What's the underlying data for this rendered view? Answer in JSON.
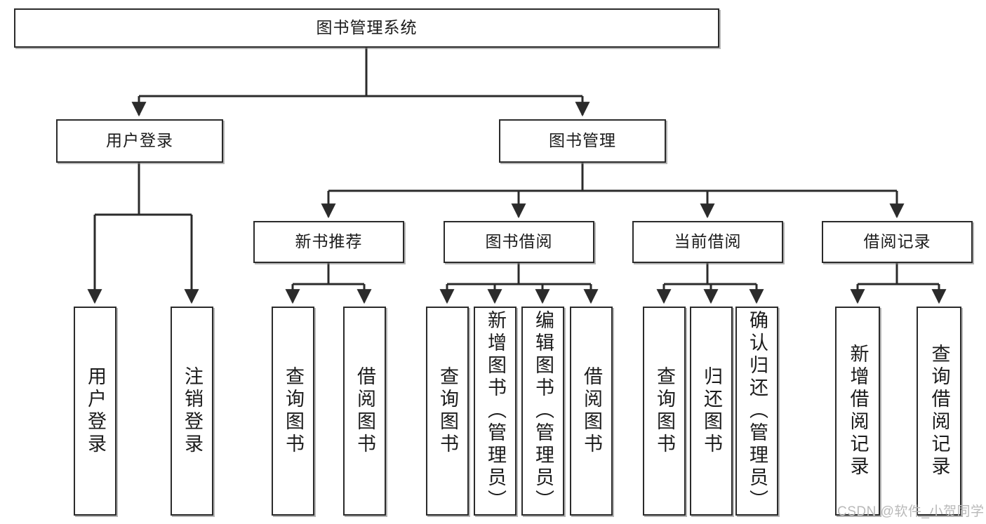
{
  "diagram": {
    "title": "图书管理系统",
    "type": "hierarchy-tree",
    "style": {
      "box_fill": "#ffffff",
      "box_stroke": "#2b2b2b",
      "line_color": "#2b2b2b",
      "text_color": "#1b1b1b",
      "watermark_color": "#b9b9b9"
    },
    "levels": [
      {
        "level": 1,
        "nodes": [
          {
            "id": "root",
            "label": "图书管理系统",
            "orientation": "horizontal"
          }
        ]
      },
      {
        "level": 2,
        "nodes": [
          {
            "id": "login",
            "label": "用户登录",
            "orientation": "horizontal",
            "parent": "root"
          },
          {
            "id": "bookmgmt",
            "label": "图书管理",
            "orientation": "horizontal",
            "parent": "root"
          }
        ]
      },
      {
        "level": 3,
        "nodes": [
          {
            "id": "newbook",
            "label": "新书推荐",
            "orientation": "horizontal",
            "parent": "bookmgmt"
          },
          {
            "id": "borrow",
            "label": "图书借阅",
            "orientation": "horizontal",
            "parent": "bookmgmt"
          },
          {
            "id": "current",
            "label": "当前借阅",
            "orientation": "horizontal",
            "parent": "bookmgmt"
          },
          {
            "id": "records",
            "label": "借阅记录",
            "orientation": "horizontal",
            "parent": "bookmgmt"
          }
        ]
      },
      {
        "level": 4,
        "nodes": [
          {
            "id": "leaf1",
            "label": "用户登录",
            "orientation": "vertical",
            "parent": "login"
          },
          {
            "id": "leaf2",
            "label": "注销登录",
            "orientation": "vertical",
            "parent": "login"
          },
          {
            "id": "leaf3",
            "label": "查询图书",
            "orientation": "vertical",
            "parent": "newbook"
          },
          {
            "id": "leaf4",
            "label": "借阅图书",
            "orientation": "vertical",
            "parent": "newbook"
          },
          {
            "id": "leaf5",
            "label": "查询图书",
            "orientation": "vertical",
            "parent": "borrow"
          },
          {
            "id": "leaf6",
            "label": "新增图书（管理员）",
            "orientation": "vertical",
            "parent": "borrow"
          },
          {
            "id": "leaf7",
            "label": "编辑图书（管理员）",
            "orientation": "vertical",
            "parent": "borrow"
          },
          {
            "id": "leaf8",
            "label": "借阅图书",
            "orientation": "vertical",
            "parent": "borrow"
          },
          {
            "id": "leaf9",
            "label": "查询图书",
            "orientation": "vertical",
            "parent": "current"
          },
          {
            "id": "leaf10",
            "label": "归还图书",
            "orientation": "vertical",
            "parent": "current"
          },
          {
            "id": "leaf11",
            "label": "确认归还（管理员）",
            "orientation": "vertical",
            "parent": "current"
          },
          {
            "id": "leaf12",
            "label": "新增借阅记录",
            "orientation": "vertical",
            "parent": "records"
          },
          {
            "id": "leaf13",
            "label": "查询借阅记录",
            "orientation": "vertical",
            "parent": "records"
          }
        ]
      }
    ]
  },
  "watermark": {
    "text": "CSDN @软件_小贺同学"
  }
}
